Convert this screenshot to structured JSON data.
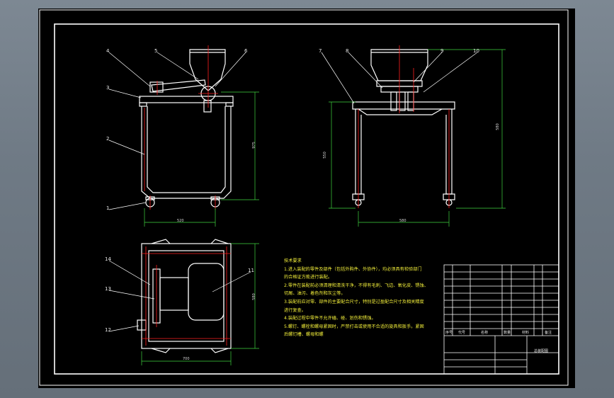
{
  "drawing": {
    "background": "#000000",
    "frame_color": "#ffffff",
    "part_color": "#ffffff",
    "center_line_color": "#ff2020",
    "dimension_color": "#3fd43f",
    "leader_color": "#ffffff",
    "note_color": "#f2ee3a"
  },
  "front_view": {
    "balloons": [
      "4",
      "5",
      "6",
      "3",
      "2",
      "1"
    ],
    "dimensions": [
      "975",
      "520"
    ]
  },
  "side_view": {
    "balloons": [
      "7",
      "8",
      "9",
      "10"
    ],
    "dimensions": [
      "550",
      "580",
      "580"
    ]
  },
  "top_view": {
    "balloons": [
      "14",
      "13",
      "12",
      "11"
    ],
    "dimensions": [
      "580",
      "700"
    ]
  },
  "notes": {
    "title": "技术要求",
    "lines": [
      "1.进入装配的零件及部件（包括外购件、外协件），均必须具有检验部门",
      "的合格证方能进行装配。",
      "2.零件在装配前必须清理和清洗干净，不得有毛刺、飞边、氧化皮、锈蚀、",
      "切屑、油污、着色剂和灰尘等。",
      "3.装配前应对零、部件的主要配合尺寸，特别是过盈配合尺寸及相关精度",
      "进行复查。",
      "4.装配过程中零件不允许磕、碰、划伤和锈蚀。",
      "5.螺钉、螺栓和螺母紧固时，严禁打击或使用不合适的旋具和扳手。紧固",
      "后螺钉槽、螺母和螺"
    ]
  },
  "title_block": {
    "header": [
      "序号",
      "代号",
      "名称",
      "数量",
      "材料",
      "备注"
    ],
    "title": "总装配图"
  }
}
